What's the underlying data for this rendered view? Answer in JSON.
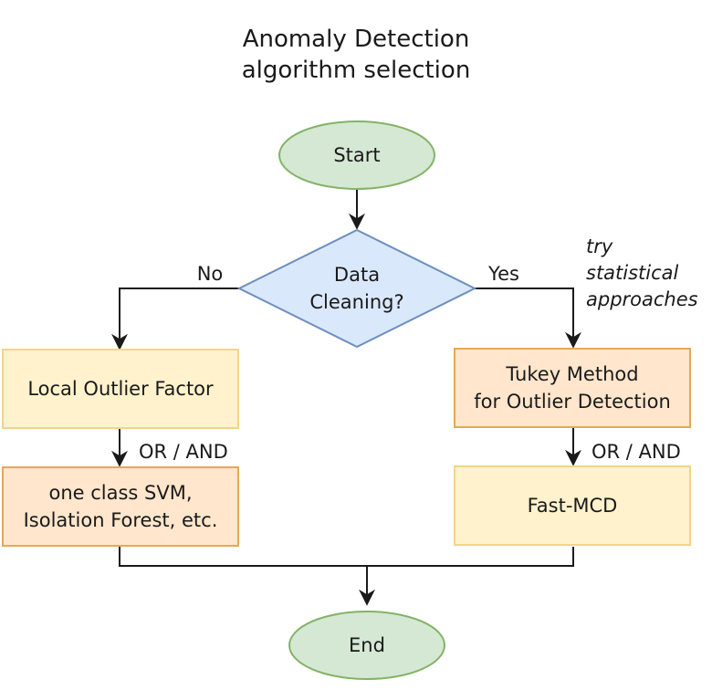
{
  "title": {
    "line1": "Anomaly Detection",
    "line2": "algorithm selection"
  },
  "nodes": {
    "start": "Start",
    "decision": {
      "line1": "Data",
      "line2": "Cleaning?"
    },
    "lof": "Local Outlier Factor",
    "svm": {
      "line1": "one class SVM,",
      "line2": "Isolation Forest, etc."
    },
    "tukey": {
      "line1": "Tukey Method",
      "line2": "for Outlier Detection"
    },
    "fastmcd": "Fast-MCD",
    "end": "End"
  },
  "edges": {
    "no_label": "No",
    "yes_label": "Yes",
    "left_combine": "OR / AND",
    "right_combine": "OR / AND"
  },
  "annotation": {
    "line1": "try",
    "line2": "statistical",
    "line3": "approaches"
  },
  "colors": {
    "terminal_fill": "#d5e8d4",
    "terminal_stroke": "#82b366",
    "decision_fill": "#dae8fc",
    "decision_stroke": "#6c8ebf",
    "yellow_fill": "#fff2cc",
    "yellow_stroke": "#f2d48a",
    "orange_fill": "#ffe6cc",
    "orange_stroke": "#e6a857",
    "line": "#1a1a1a"
  }
}
